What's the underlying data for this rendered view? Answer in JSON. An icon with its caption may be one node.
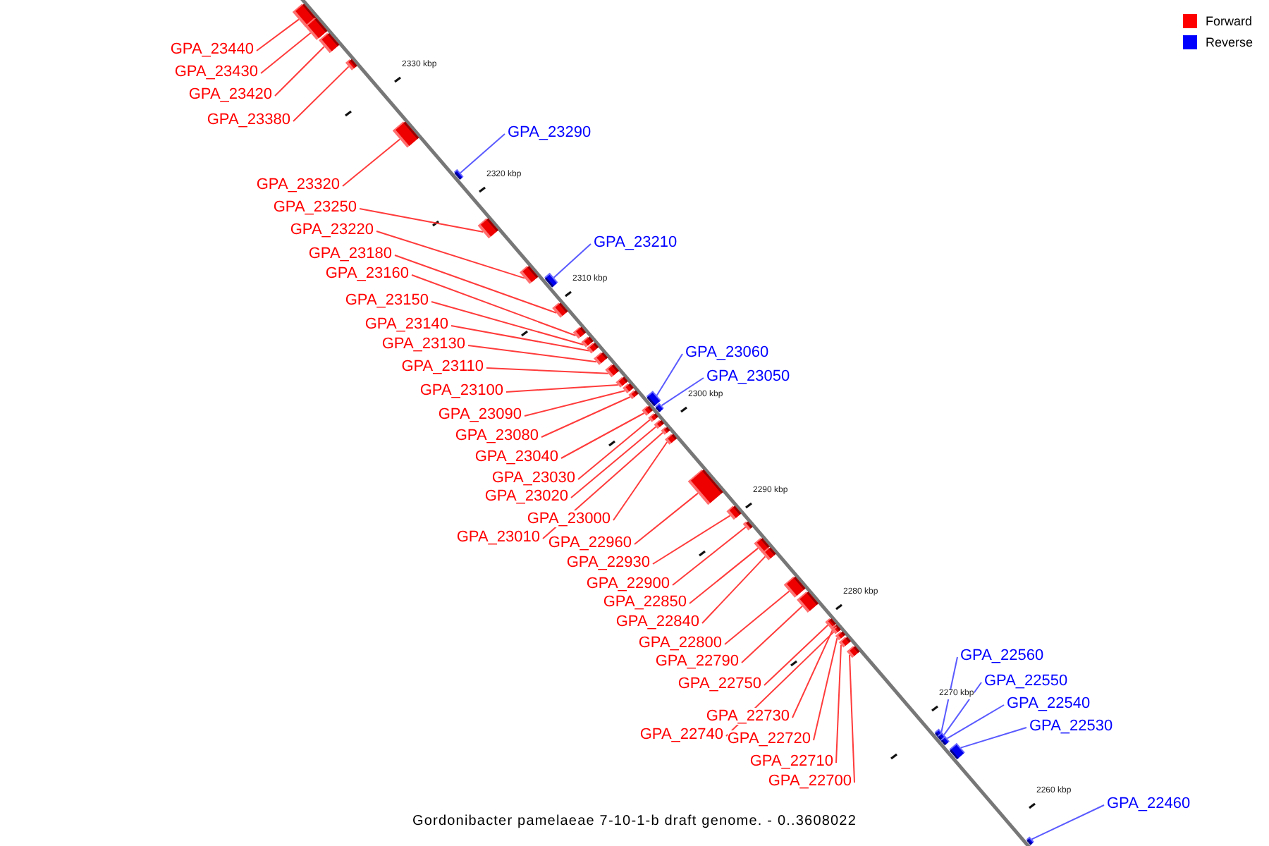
{
  "diagram": {
    "caption": "Gordonibacter pamelaeae 7-10-1-b draft genome. - 0..3608022",
    "nodes": [
      {
        "text": [
          "GPA_23440"
        ]
      },
      {
        "text": [
          "GPA_23430"
        ]
      },
      {
        "text": [
          "GPA_23420"
        ]
      },
      {
        "text": [
          "GPA_23380"
        ]
      },
      {
        "text": [
          "GPA_23290"
        ]
      },
      {
        "text": [
          "GPA_23320"
        ]
      },
      {
        "text": [
          "GPA_23250"
        ]
      },
      {
        "text": [
          "GPA_23220"
        ]
      },
      {
        "text": [
          "GPA_23210"
        ]
      },
      {
        "text": [
          "GPA_23180"
        ]
      },
      {
        "text": [
          "GPA_23160"
        ]
      },
      {
        "text": [
          "GPA_23150"
        ]
      },
      {
        "text": [
          "GPA_23140"
        ]
      },
      {
        "text": [
          "GPA_23130"
        ]
      },
      {
        "text": [
          "GPA_23060"
        ]
      },
      {
        "text": [
          "GPA_23110"
        ]
      },
      {
        "text": [
          "GPA_23050"
        ]
      },
      {
        "text": [
          "GPA_23100"
        ]
      },
      {
        "text": [
          "GPA_23090"
        ]
      },
      {
        "text": [
          "GPA_23080"
        ]
      },
      {
        "text": [
          "GPA_23040"
        ]
      },
      {
        "text": [
          "GPA_23030"
        ]
      },
      {
        "text": [
          "GPA_23020"
        ]
      },
      {
        "text": [
          "GPA_23000"
        ]
      },
      {
        "text": [
          "GPA_23010"
        ]
      },
      {
        "text": [
          "GPA_22960"
        ]
      },
      {
        "text": [
          "GPA_22930"
        ]
      },
      {
        "text": [
          "GPA_22900"
        ]
      },
      {
        "text": [
          "GPA_22850"
        ]
      },
      {
        "text": [
          "GPA_22840"
        ]
      },
      {
        "text": [
          "GPA_22800"
        ]
      },
      {
        "text": [
          "GPA_22560"
        ]
      },
      {
        "text": [
          "GPA_22790"
        ]
      },
      {
        "text": [
          "GPA_22550"
        ]
      },
      {
        "text": [
          "GPA_22750"
        ]
      },
      {
        "text": [
          "GPA_22540"
        ]
      },
      {
        "text": [
          "GPA_22730"
        ]
      },
      {
        "text": [
          "GPA_22530"
        ]
      },
      {
        "text": [
          "GPA_22740"
        ]
      },
      {
        "text": [
          "GPA_22720"
        ]
      },
      {
        "text": [
          "GPA_22710"
        ]
      },
      {
        "text": [
          "GPA_22700"
        ]
      },
      {
        "text": [
          "GPA_22460"
        ]
      },
      {
        "text": [],
        "shape": "box"
      },
      {
        "text": [],
        "shape": "box"
      },
      {
        "text": [],
        "shape": "box"
      },
      {
        "text": [],
        "shape": "box"
      },
      {
        "text": [],
        "shape": "box"
      },
      {
        "text": [],
        "shape": "box"
      },
      {
        "text": [],
        "shape": "box"
      },
      {
        "text": [],
        "shape": "box"
      },
      {
        "text": [],
        "shape": "box"
      },
      {
        "text": [],
        "shape": "box"
      },
      {
        "text": [],
        "shape": "box"
      },
      {
        "text": [],
        "shape": "box"
      },
      {
        "text": [],
        "shape": "box"
      },
      {
        "text": [],
        "shape": "box"
      },
      {
        "text": [],
        "shape": "box"
      },
      {
        "text": [],
        "shape": "box"
      },
      {
        "text": [],
        "shape": "box"
      },
      {
        "text": [],
        "shape": "box"
      },
      {
        "text": [],
        "shape": "box"
      },
      {
        "text": [],
        "shape": "box"
      },
      {
        "text": [],
        "shape": "box"
      },
      {
        "text": [],
        "shape": "box"
      },
      {
        "text": [],
        "shape": "box"
      },
      {
        "text": [],
        "shape": "box"
      },
      {
        "text": [],
        "shape": "box"
      },
      {
        "text": [],
        "shape": "box"
      },
      {
        "text": [],
        "shape": "box"
      },
      {
        "text": [],
        "shape": "box"
      },
      {
        "text": [],
        "shape": "box"
      },
      {
        "text": [],
        "shape": "box"
      },
      {
        "text": [],
        "shape": "box"
      },
      {
        "text": [],
        "shape": "box"
      },
      {
        "text": [],
        "shape": "box"
      },
      {
        "text": [],
        "shape": "box"
      },
      {
        "text": [],
        "shape": "box"
      },
      {
        "text": [],
        "shape": "box"
      },
      {
        "text": [],
        "shape": "box"
      },
      {
        "text": [],
        "shape": "box"
      },
      {
        "text": [],
        "shape": "box"
      },
      {
        "text": [],
        "shape": "box"
      },
      {
        "text": [],
        "shape": "box"
      },
      {
        "text": [],
        "shape": "box"
      },
      {
        "text": [],
        "shape": "box"
      }
    ],
    "edges": [
      {
        "from": 0,
        "to": 43,
        "arrow": "none"
      },
      {
        "from": 1,
        "to": 44,
        "arrow": "none"
      },
      {
        "from": 2,
        "to": 45,
        "arrow": "none"
      },
      {
        "from": 3,
        "to": 46,
        "arrow": "none"
      },
      {
        "from": 4,
        "to": 47,
        "arrow": "none",
        "color": "#5a5aff"
      },
      {
        "from": 5,
        "to": 48,
        "arrow": "none"
      },
      {
        "from": 6,
        "to": 49,
        "arrow": "none"
      },
      {
        "from": 7,
        "to": 50,
        "arrow": "none"
      },
      {
        "from": 8,
        "to": 51,
        "arrow": "none",
        "color": "#5a5aff"
      },
      {
        "from": 9,
        "to": 52,
        "arrow": "none"
      },
      {
        "from": 10,
        "to": 53,
        "arrow": "none"
      },
      {
        "from": 11,
        "to": 54,
        "arrow": "none"
      },
      {
        "from": 12,
        "to": 55,
        "arrow": "none"
      },
      {
        "from": 13,
        "to": 56,
        "arrow": "none"
      },
      {
        "from": 14,
        "to": 57,
        "arrow": "none",
        "color": "#5a5aff"
      },
      {
        "from": 15,
        "to": 58,
        "arrow": "none"
      },
      {
        "from": 16,
        "to": 59,
        "arrow": "none",
        "color": "#5a5aff"
      },
      {
        "from": 17,
        "to": 60,
        "arrow": "none"
      },
      {
        "from": 18,
        "to": 61,
        "arrow": "none"
      },
      {
        "from": 19,
        "to": 62,
        "arrow": "none"
      },
      {
        "from": 20,
        "to": 63,
        "arrow": "none"
      },
      {
        "from": 21,
        "to": 64,
        "arrow": "none"
      },
      {
        "from": 22,
        "to": 65,
        "arrow": "none"
      },
      {
        "from": 23,
        "to": 66,
        "arrow": "none"
      },
      {
        "from": 24,
        "to": 67,
        "arrow": "none"
      },
      {
        "from": 25,
        "to": 68,
        "arrow": "none"
      },
      {
        "from": 26,
        "to": 69,
        "arrow": "none"
      },
      {
        "from": 27,
        "to": 70,
        "arrow": "none"
      },
      {
        "from": 28,
        "to": 71,
        "arrow": "none"
      },
      {
        "from": 29,
        "to": 72,
        "arrow": "none"
      },
      {
        "from": 30,
        "to": 73,
        "arrow": "none"
      },
      {
        "from": 31,
        "to": 74,
        "arrow": "none",
        "color": "#5a5aff"
      },
      {
        "from": 32,
        "to": 75,
        "arrow": "none"
      },
      {
        "from": 33,
        "to": 76,
        "arrow": "none",
        "color": "#5a5aff"
      },
      {
        "from": 34,
        "to": 77,
        "arrow": "none"
      },
      {
        "from": 35,
        "to": 78,
        "arrow": "none",
        "color": "#5a5aff"
      },
      {
        "from": 36,
        "to": 79,
        "arrow": "none"
      },
      {
        "from": 37,
        "to": 80,
        "arrow": "none",
        "color": "#5a5aff"
      },
      {
        "from": 38,
        "to": 81,
        "arrow": "none"
      },
      {
        "from": 39,
        "to": 82,
        "arrow": "none"
      },
      {
        "from": 40,
        "to": 83,
        "arrow": "none"
      },
      {
        "from": 41,
        "to": 84,
        "arrow": "none"
      },
      {
        "from": 42,
        "to": 85,
        "arrow": "none",
        "color": "#5a5aff"
      }
    ],
    "labels": [
      "2330 kbp",
      "2320 kbp",
      "2310 kbp",
      "2300 kbp",
      "2290 kbp",
      "2280 kbp",
      "2270 kbp",
      "2260 kbp"
    ],
    "legend": [
      {
        "text": "Forward",
        "color": "#ff0000"
      },
      {
        "text": "Reverse",
        "color": "#0000ff"
      }
    ]
  }
}
